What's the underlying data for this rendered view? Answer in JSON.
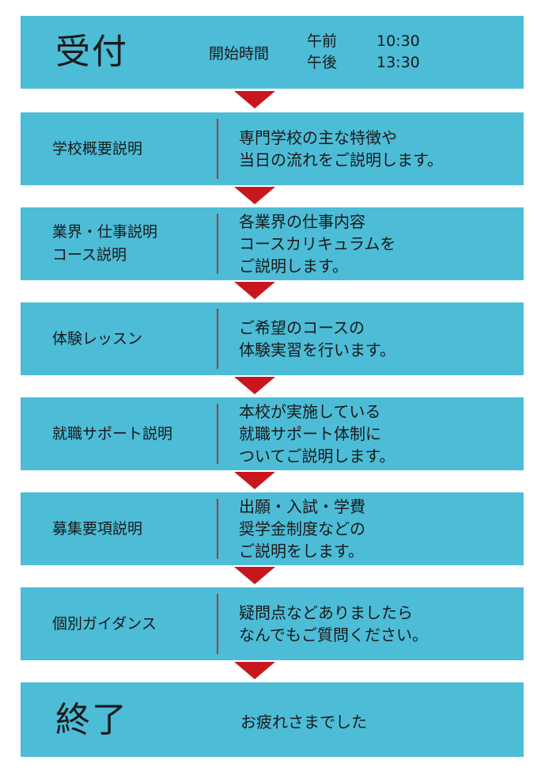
{
  "start": {
    "title": "受付",
    "time_label": "開始時間",
    "sessions": [
      {
        "label": "午前",
        "time": "10:30"
      },
      {
        "label": "午後",
        "time": "13:30"
      }
    ]
  },
  "steps": [
    {
      "label": "学校概要説明",
      "desc": "専門学校の主な特徴や\n当日の流れをご説明します。"
    },
    {
      "label": "業界・仕事説明\nコース説明",
      "desc": "各業界の仕事内容\nコースカリキュラムを\nご説明します。"
    },
    {
      "label": "体験レッスン",
      "desc": "ご希望のコースの\n体験実習を行います。"
    },
    {
      "label": "就職サポート説明",
      "desc": "本校が実施している\n就職サポート体制に\nついてご説明します。"
    },
    {
      "label": "募集要項説明",
      "desc": "出願・入試・学費\n奨学金制度などの\nご説明をします。"
    },
    {
      "label": "個別ガイダンス",
      "desc": "疑問点などありましたら\nなんでもご質問ください。"
    }
  ],
  "end": {
    "title": "終了",
    "message": "お疲れさまでした"
  },
  "colors": {
    "box": "#4dbcd7",
    "arrow": "#c8161d",
    "divider": "#a8383e"
  }
}
